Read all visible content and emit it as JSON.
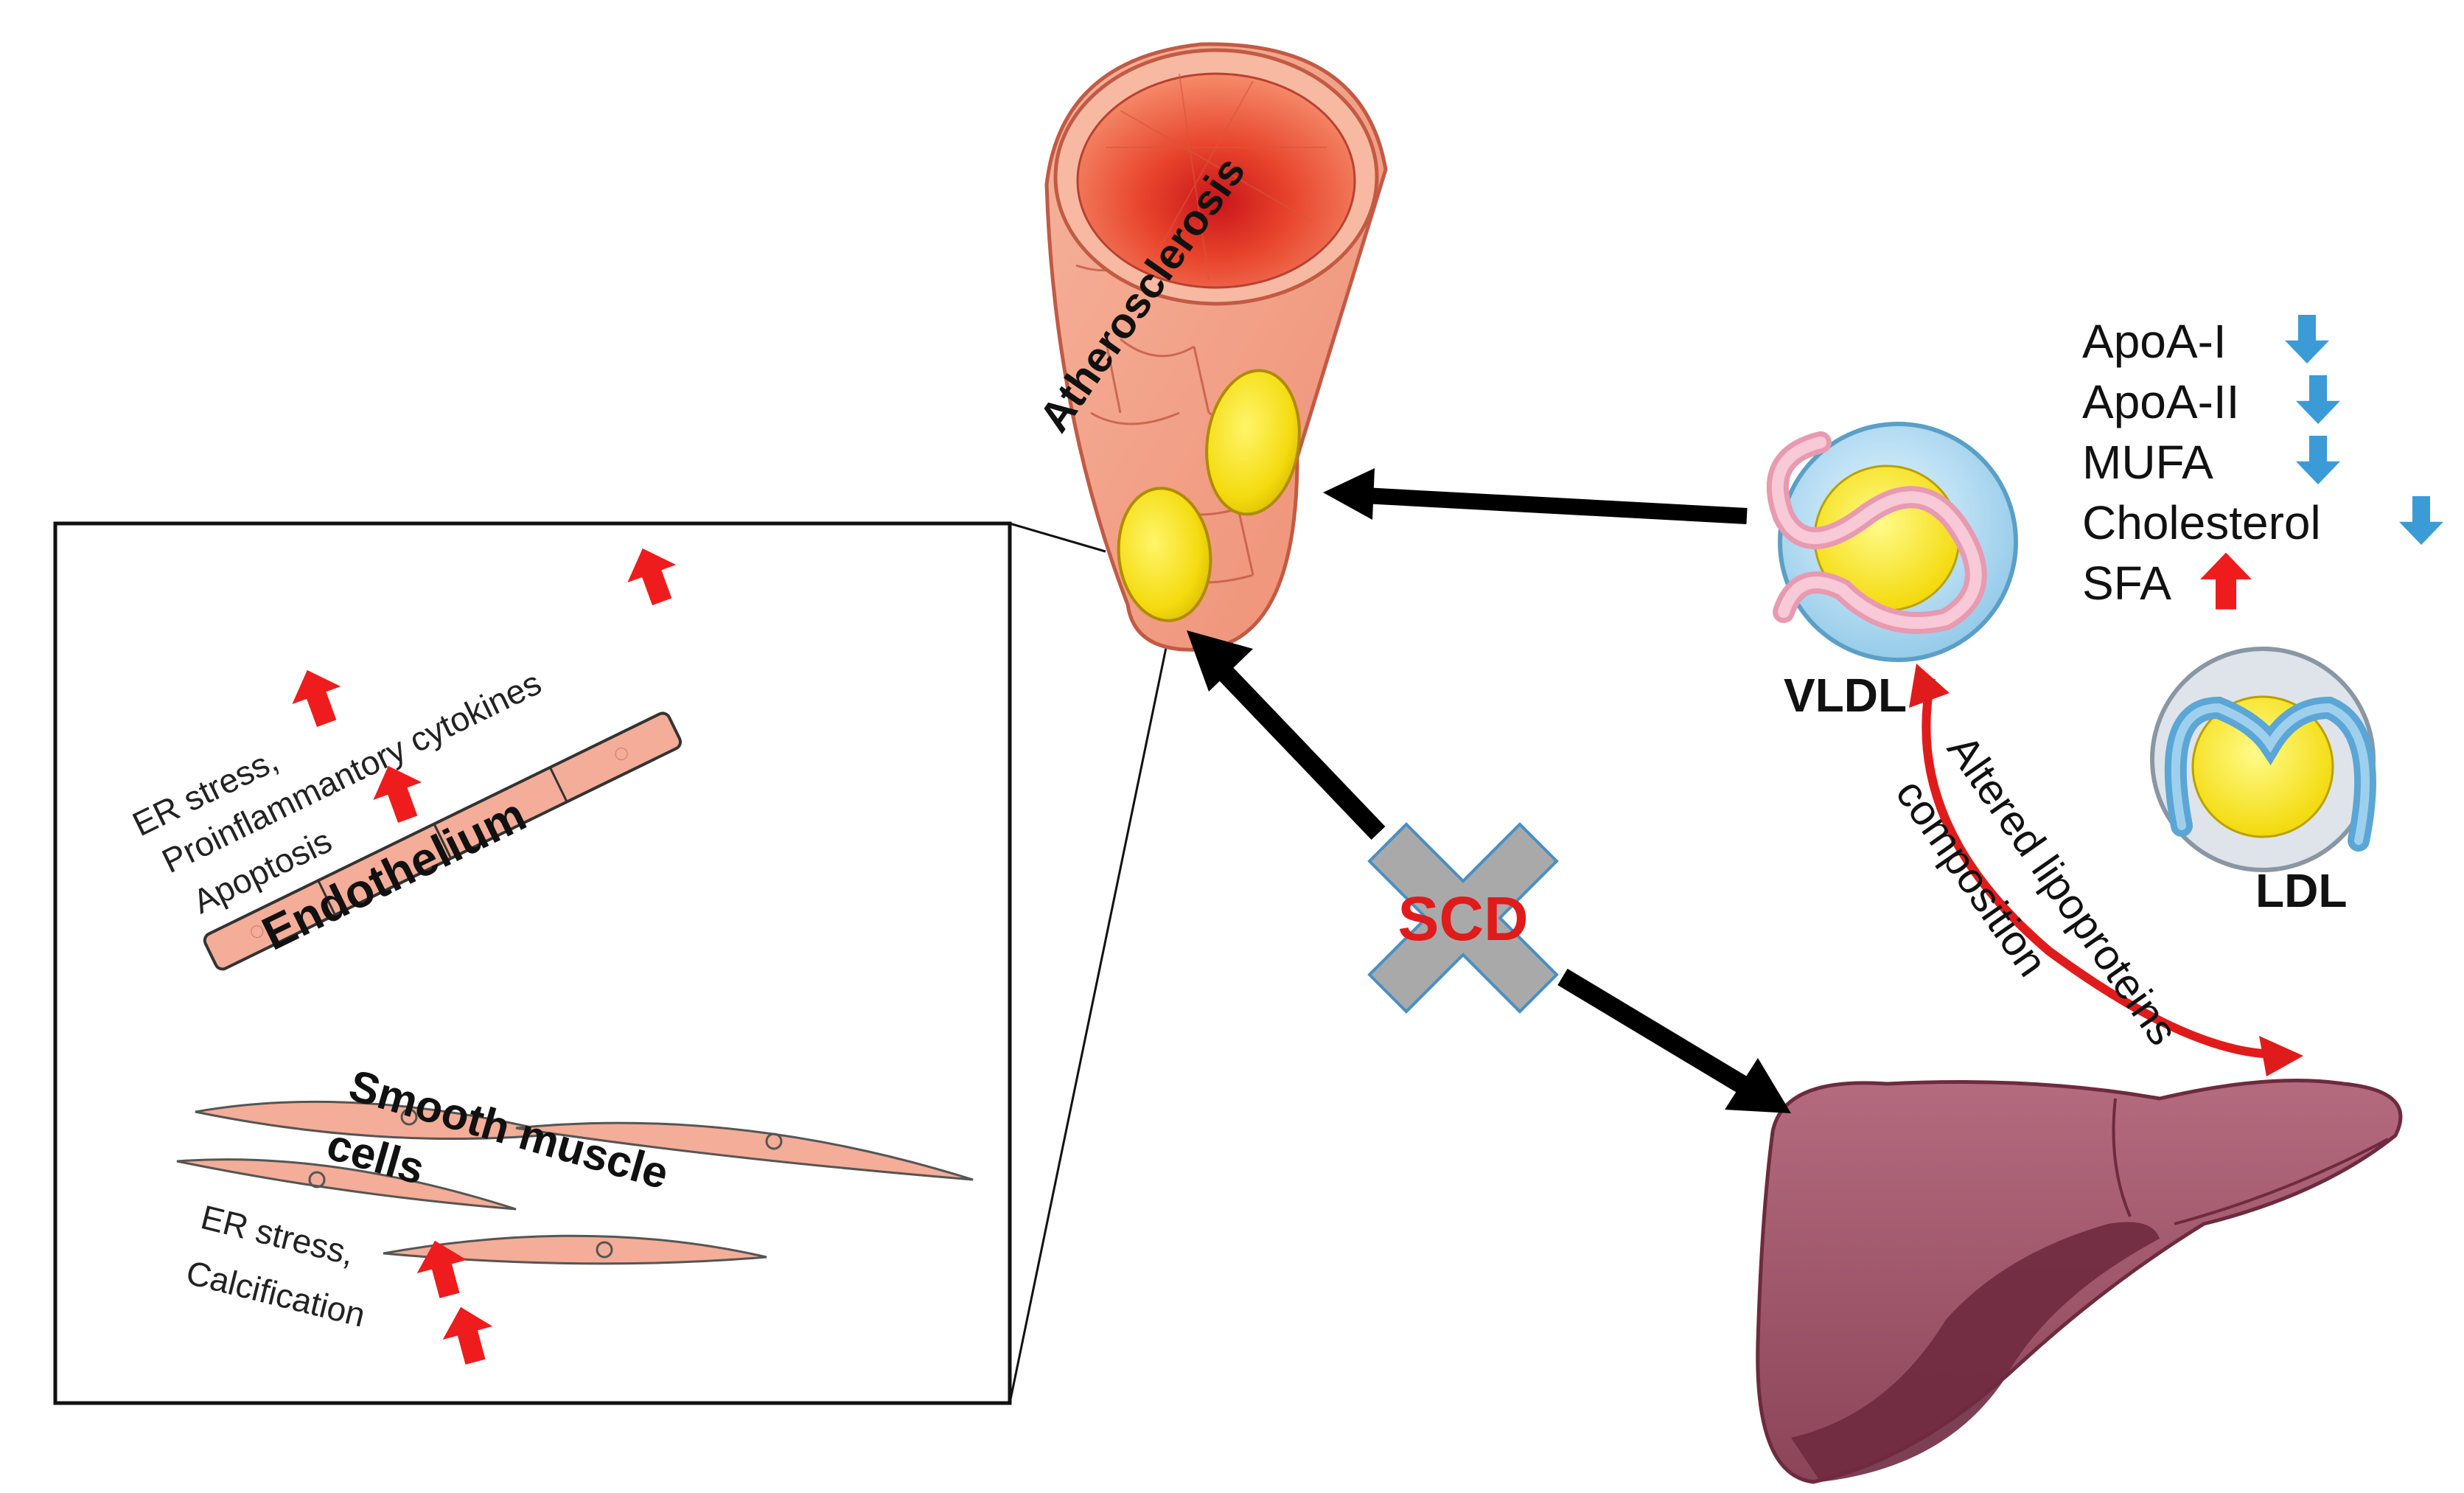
{
  "labels": {
    "atherosclerosis": "Atherosclerosis",
    "vldl": "VLDL",
    "ldl": "LDL",
    "scd": "SCD",
    "altered_line1": "Altered lipoproteins",
    "altered_line2": "composition",
    "endothelium": "Endothelium",
    "smooth_muscle_line1": "Smooth muscle",
    "smooth_muscle_line2": "cells",
    "endo_effect_1": "ER stress,",
    "endo_effect_2": "Proinflammantory cytokines",
    "endo_effect_3": "Apoptosis",
    "smc_effect_1": "ER stress,",
    "smc_effect_2": "Calcification"
  },
  "lipid_changes": [
    {
      "label": "ApoA-I",
      "direction": "down"
    },
    {
      "label": "ApoA-II",
      "direction": "down"
    },
    {
      "label": "MUFA",
      "direction": "down"
    },
    {
      "label": "Cholesterol",
      "direction": "down"
    },
    {
      "label": "SFA",
      "direction": "up"
    }
  ],
  "colors": {
    "up_arrow": "#ee1c1c",
    "down_arrow": "#3a9bd6",
    "scd_text": "#e01b1b",
    "liver": "#a45a6c",
    "vessel": "#f2a48c",
    "plaque": "#f7e11b"
  }
}
